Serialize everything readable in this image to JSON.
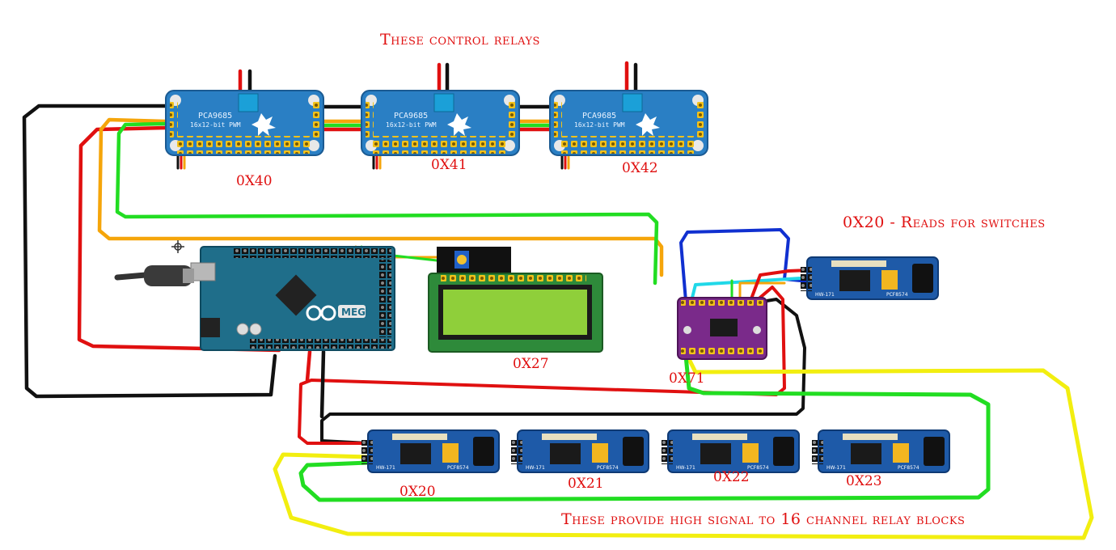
{
  "labels": {
    "top_title": "These control relays",
    "pca_1": "0X40",
    "pca_2": "0X41",
    "pca_3": "0X42",
    "switch_reader": "0X20 - Reads for switches",
    "lcd": "0X27",
    "mux": "0X71",
    "pcf_1": "0X20",
    "pcf_2": "0X21",
    "pcf_3": "0X22",
    "pcf_4": "0X23",
    "bottom_note": "These provide high signal to 16 channel relay blocks"
  },
  "board_text": {
    "pca_name": "PCA9685",
    "pca_sub": "16x12-bit PWM",
    "pcf_name": "PCF8574",
    "pcf_model": "HW-171",
    "mega": "MEGA"
  },
  "colors": {
    "label_red": "#e01010",
    "wire_black": "#111111",
    "wire_red": "#e01010",
    "wire_orange": "#f5a50a",
    "wire_green": "#22dd22",
    "wire_yellow": "#f2ee10",
    "wire_blue": "#1030d0",
    "wire_cyan": "#20d8e8",
    "pca_board": "#2a7fc4",
    "pcf_board": "#1e5aa8",
    "arduino_board": "#1f6e8a",
    "lcd_screen": "#8fcf3a",
    "mux_board": "#7a2a8a"
  },
  "icons": [
    "usb-cable-icon",
    "arduino-logo-icon",
    "cursor-crosshair-icon"
  ]
}
